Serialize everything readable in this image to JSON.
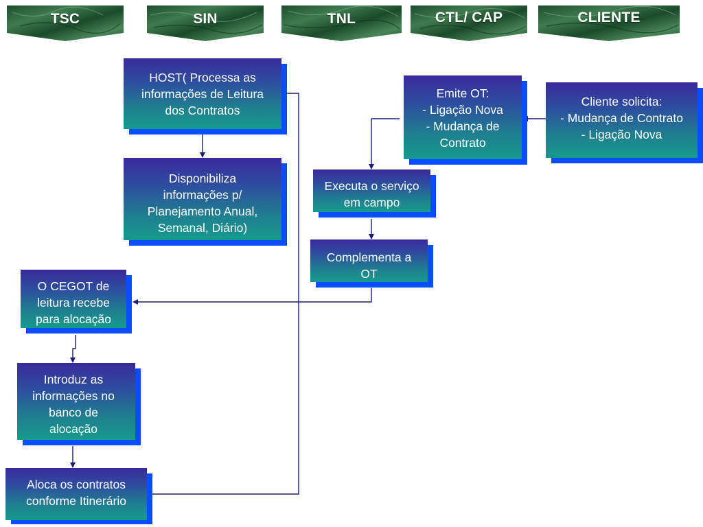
{
  "lanes": [
    "TSC",
    "SIN",
    "TNL",
    "CTL/ CAP",
    "CLIENTE"
  ],
  "boxes": {
    "host": "HOST( Processa as\ninformações de Leitura\ndos Contratos",
    "disponibiliza": "Disponibiliza\ninformações p/\nPlanejamento Anual,\nSemanal, Diário)",
    "emite_ot": "Emite OT:\n- Ligação Nova\n- Mudança de\nContrato",
    "cliente_solicita": "Cliente solicita:\n- Mudança de Contrato\n- Ligação Nova",
    "executa": "Executa o serviço\nem campo",
    "complementa": "Complementa a\nOT",
    "cegot": "O CEGOT de\nleitura recebe\npara alocação",
    "introduz": "Introduz as\ninformações no\nbanco de\nalocação",
    "aloca": "Aloca os contratos\nconforme Itinerário"
  },
  "colors": {
    "banner_green": "#1f5a34",
    "box_top": "#3a2a9c",
    "box_bottom": "#169a8e",
    "box_shadow": "#0a4dff",
    "connector": "#1a1a7a"
  }
}
